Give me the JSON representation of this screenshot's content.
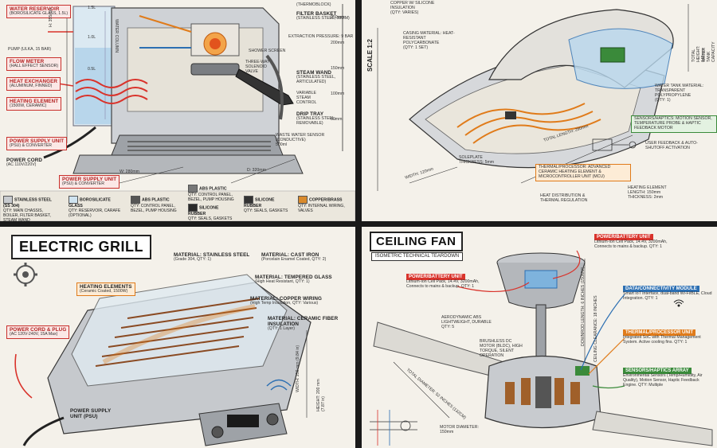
{
  "espresso": {
    "labels": {
      "water_reservoir": "WATER RESERVOIR",
      "water_reservoir_sub": "(BOROSILICATE GLASS, 1.5L)",
      "pump": "PUMP (ULKA, 15 BAR)",
      "flow_meter": "FLOW METER",
      "flow_meter_sub": "(HALL EFFECT SENSOR)",
      "heat_exchanger": "HEAT EXCHANGER",
      "heat_exchanger_sub": "(ALUMINUM, FINNED)",
      "heating_element": "HEATING ELEMENT",
      "heating_element_sub": "(1500W, CERAMIC)",
      "psu": "POWER SUPPLY UNIT",
      "psu_sub": "(PSU) & CONVERTER",
      "power_cord": "POWER CORD",
      "power_cord_sub": "(AC 110V/220V)",
      "psu2": "POWER SUPPLY UNIT",
      "psu2_sub": "(PSU) & CONVERTER",
      "height": "H: 355mm",
      "width": "W: 280mm",
      "depth": "D: 320mm",
      "filter_basket": "FILTER BASKET",
      "filter_basket_sub": "(STAINLESS STEEL, 58MM)",
      "thermoblock": "(THERMOBLOCK)",
      "extraction": "EXTRACTION PRESSURE: 9 BAR",
      "shower_screen": "SHOWER SCREEN",
      "three_way": "THREE-WAY SOLENOID VALVE",
      "steam_wand": "STEAM WAND",
      "steam_wand_sub": "(STAINLESS STEEL, ARTICULATED)",
      "variable_steam": "VARIABLE STEAM CONTROL",
      "drip_tray": "DRIP TRAY",
      "drip_tray_sub": "(STAINLESS STEEL, REMOVABLE)",
      "waste_sensor": "WASTE WATER SENSOR",
      "waste_sensor_sub": "(CONDUCTIVE)",
      "waste_volume": "500ml",
      "reservoir_marks": [
        "1.5L",
        "1.0L",
        "0.5L"
      ],
      "water_column": "WATER COLUMN",
      "scale_marks": [
        "250mm",
        "200mm",
        "150mm",
        "100mm",
        "50mm"
      ]
    },
    "legend": [
      {
        "name": "STAINLESS STEEL (SS 304)",
        "detail": "QTY: MAIN CHASSIS, BOILER, FILTER BASKET, STEAM WAND"
      },
      {
        "name": "BOROSILICATE GLASS",
        "detail": "QTY: RESERVOIR, CARAFE (OPTIONAL)"
      },
      {
        "name": "ABS PLASTIC",
        "detail": "QTY: CONTROL PANEL, BEZEL, PUMP HOUSING"
      },
      {
        "name": "ABS PLASTIC",
        "detail": "QTY: CONTROL PANEL, BEZEL, PUMP HOUSING"
      },
      {
        "name": "SILICONE RUBBER",
        "detail": "QTY: SEALS, GASKETS"
      },
      {
        "name": "SILICONE RUBBER",
        "detail": "QTY: SEALS, GASKETS"
      },
      {
        "name": "COPPER/BRASS",
        "detail": "QTY: INTERNAL WIRING, VALVES"
      }
    ]
  },
  "iron": {
    "labels": {
      "copper_insulation": "COPPER W/ SILICONE INSULATION",
      "copper_qty": "(QTY: VARIES)",
      "casing": "CASING MATERIAL: HEAT-RESISTANT POLYCARBONATE",
      "casing_qty": "(QTY: 1 SET)",
      "scale": "SCALE 1:2",
      "total_height": "TOTAL HEIGHT: 145mm",
      "tank_capacity": "WATER TANK CAPACITY",
      "water_tank": "WATER TANK MATERIAL: TRANSPARENT POLYPROPYLENE",
      "water_tank_qty": "(QTY: 1)",
      "sensors": "SENSORS/HAPTICS: MOTION SENSOR, TEMPERATURE PROBE & HAPTIC FEEDBACK MOTOR",
      "total_length": "TOTAL LENGTH: 280mm",
      "width": "WIDTH: 120mm",
      "soleplate": "SOLEPLATE THICKNESS: 5mm",
      "user_feedback": "USER FEEDBACK & AUTO-SHUTOFF ACTIVATION",
      "thermal": "THERMAL/PROCESSOR: ADVANCED CERAMIC HEATING ELEMENT & MICROCONTROLLER UNIT (MCU)",
      "heat_distribution": "HEAT DISTRIBUTION & THERMAL REGULATION",
      "heating_element": "HEATING ELEMENT LENGTH: 150mm THICKNESS: 2mm"
    }
  },
  "grill": {
    "title": "ELECTRIC GRILL",
    "labels": {
      "stainless": "MATERIAL: STAINLESS STEEL",
      "stainless_sub": "(Grade 304, QTY: 1)",
      "cast_iron": "MATERIAL: CAST IRON",
      "cast_iron_sub": "(Porcelain Enamel Coated, QTY: 2)",
      "tempered_glass": "MATERIAL: TEMPERED GLASS",
      "tempered_glass_sub": "(High Heat Resistant, QTY: 1)",
      "copper_wiring": "MATERIAL: COPPER WIRING",
      "copper_wiring_sub": "(High Temp Insulation, QTY: Various)",
      "ceramic_fiber": "MATERIAL: CERAMIC FIBER INSULATION",
      "ceramic_fiber_sub": "(QTY: 1 Layer)",
      "heating": "HEATING ELEMENTS",
      "heating_sub": "(Ceramic Coated, 1500W)",
      "power_cord": "POWER CORD & PLUG",
      "power_cord_sub": "(AC 120V-240V, 15A Max)",
      "psu": "POWER SUPPLY UNIT (PSU)",
      "height": "HEIGHT: 200 mm (7.87 in)",
      "width": "WIDTH: 250 mm (9.84 in)"
    }
  },
  "fan": {
    "title": "CEILING FAN",
    "subtitle": "ISOMETRIC TECHNICAL TEARDOWN",
    "labels": {
      "power_top": "POWER/BATTERY UNIT",
      "power_top_sub": "Lithium-Ion Cell Pack, 14.4V, 3200mAh, Connects to mains & backup. QTY: 1",
      "power_left": "POWER/BATTERY UNIT",
      "power_left_sub": "Lithium-Ion Cell Pack, 14.4V, 3200mAh, Connects to mains & backup. QTY: 1",
      "data": "DATA/CONNECTIVITY MODULE",
      "data_sub": "Smart IoT Interface, dual-band Wi-Fi/BLE, Cloud Integration. QTY: 1",
      "thermal": "THERMAL/PROCESSOR UNIT",
      "thermal_sub": "Integrated SoC with Thermal Management System. Active cooling fins. QTY: 1",
      "sensors": "SENSORS/HAPTICS ARRAY",
      "sensors_sub": "Environmental Sensors (Temp/Humidity, Air Quality), Motion Sensor, Haptic Feedback Engine. QTY: Multiple",
      "aero": "AERODYNAMIC ABS LIGHTWEIGHT, DURABLE",
      "aero_qty": "QTY: 5",
      "motor": "BRUSHLESS DC MOTOR (BLDC), HIGH TORQUE, SILENT OPERATION",
      "downrod": "DOWNROD LENGTH: 6 INCHES (150MM)",
      "ceiling": "CEILING CLEARANCE: 18 INCHES",
      "total_diameter": "TOTAL DIAMETER: 52 INCHES (132CM)",
      "motor_diameter": "MOTOR DIAMETER: 150mm"
    }
  },
  "colors": {
    "background": "#f4f1ea",
    "red": "#d9332b",
    "orange": "#e07b1a",
    "blue": "#2c6fb2",
    "green": "#3a8a3a",
    "steel": "#b9bcc0"
  }
}
